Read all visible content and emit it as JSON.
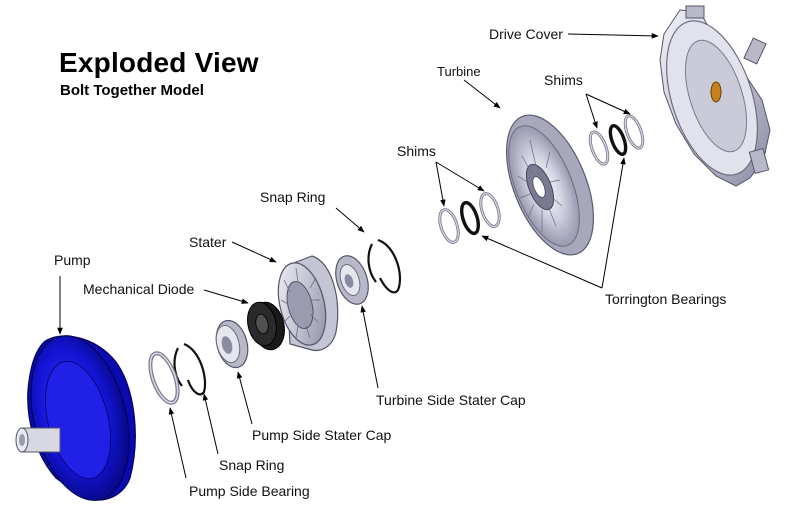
{
  "header": {
    "title": "Exploded View",
    "subtitle": "Bolt Together Model"
  },
  "labels": {
    "drive_cover": "Drive Cover",
    "turbine": "Turbine",
    "shims_right": "Shims",
    "shims_left": "Shims",
    "snap_ring_top": "Snap Ring",
    "stater": "Stater",
    "mechanical_diode": "Mechanical Diode",
    "pump": "Pump",
    "torrington_bearings": "Torrington Bearings",
    "turbine_side_stater_cap": "Turbine Side Stater Cap",
    "pump_side_stater_cap": "Pump Side Stater Cap",
    "snap_ring_bottom": "Snap Ring",
    "pump_side_bearing": "Pump Side Bearing"
  },
  "colors": {
    "pump_blue": "#1010d8",
    "metal_light": "#dcdce6",
    "metal_mid": "#a8a8bc",
    "metal_dark": "#6d6d80",
    "diode_black": "#1a1a1a",
    "bronze": "#c8801e",
    "leader": "#000000"
  }
}
